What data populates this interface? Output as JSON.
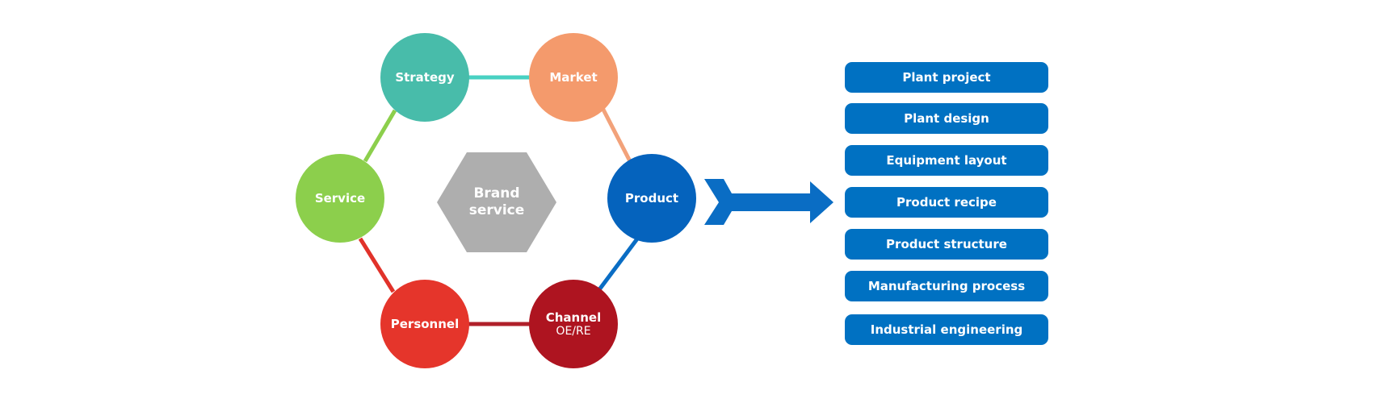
{
  "diagram": {
    "center": {
      "line1": "Brand",
      "line2": "service"
    },
    "nodes": {
      "strategy": {
        "label": "Strategy",
        "color": "#48bcaa"
      },
      "market": {
        "label": "Market",
        "color": "#f49a6c"
      },
      "product": {
        "label": "Product",
        "color": "#0563bd"
      },
      "channel": {
        "label": "Channel",
        "sublabel": "OE/RE",
        "color": "#ae1420"
      },
      "personnel": {
        "label": "Personnel",
        "color": "#e5352b"
      },
      "service": {
        "label": "Service",
        "color": "#8ccf4c"
      }
    },
    "edge_colors": {
      "strategy_market": "#48d1c2",
      "market_product": "#f2a27a",
      "product_channel": "#0a6dc4",
      "channel_personnel": "#b0202a",
      "personnel_service": "#e1322a",
      "service_strategy": "#8ccf4c"
    },
    "arrow_color": "#0a6dc4",
    "list_color": "#0071c2",
    "list": [
      "Plant project",
      "Plant design",
      "Equipment layout",
      "Product recipe",
      "Product structure",
      "Manufacturing process",
      "Industrial engineering"
    ]
  }
}
